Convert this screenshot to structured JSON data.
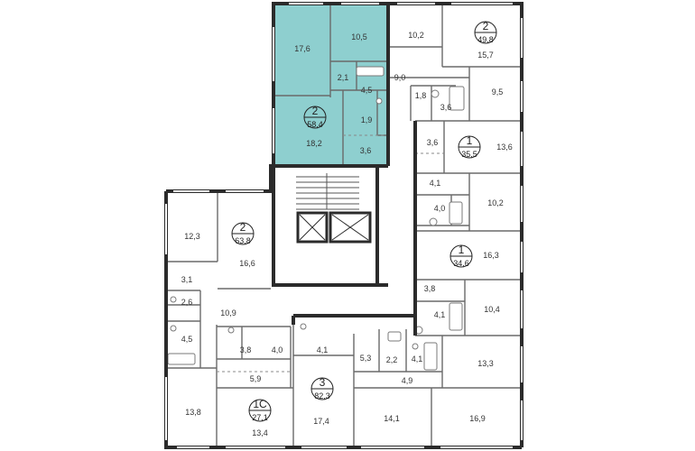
{
  "colors": {
    "wall": "#2b2b2b",
    "thin": "#6a6a6a",
    "fixture": "#7a7a7a",
    "highlight": "#8ecfcf",
    "label": "#333333"
  },
  "apartments": [
    {
      "id": "a1",
      "number": "2",
      "area": "58,4",
      "highlighted": true
    },
    {
      "id": "a2",
      "number": "2",
      "area": "49,8"
    },
    {
      "id": "a3",
      "number": "1",
      "area": "35,5"
    },
    {
      "id": "a4",
      "number": "2",
      "area": "63,8"
    },
    {
      "id": "a5",
      "number": "1",
      "area": "34,6"
    },
    {
      "id": "a6",
      "number": "3",
      "area": "82,3"
    },
    {
      "id": "a7",
      "number": "1С",
      "area": "27,1"
    }
  ],
  "rooms": [
    {
      "area": "17,6"
    },
    {
      "area": "10,5"
    },
    {
      "area": "2,1"
    },
    {
      "area": "4,5"
    },
    {
      "area": "1,9"
    },
    {
      "area": "18,2"
    },
    {
      "area": "3,6"
    },
    {
      "area": "10,2"
    },
    {
      "area": "15,7"
    },
    {
      "area": "9,0"
    },
    {
      "area": "1,8"
    },
    {
      "area": "3,6"
    },
    {
      "area": "9,5"
    },
    {
      "area": "3,6"
    },
    {
      "area": "13,6"
    },
    {
      "area": "4,1"
    },
    {
      "area": "4,0"
    },
    {
      "area": "10,2"
    },
    {
      "area": "16,3"
    },
    {
      "area": "3,8"
    },
    {
      "area": "4,1"
    },
    {
      "area": "10,4"
    },
    {
      "area": "12,3"
    },
    {
      "area": "16,6"
    },
    {
      "area": "3,1"
    },
    {
      "area": "2,6"
    },
    {
      "area": "10,9"
    },
    {
      "area": "4,5"
    },
    {
      "area": "3,8"
    },
    {
      "area": "4,0"
    },
    {
      "area": "5,9"
    },
    {
      "area": "13,8"
    },
    {
      "area": "13,4"
    },
    {
      "area": "4,1"
    },
    {
      "area": "5,3"
    },
    {
      "area": "2,2"
    },
    {
      "area": "4,1"
    },
    {
      "area": "4,9"
    },
    {
      "area": "13,3"
    },
    {
      "area": "17,4"
    },
    {
      "area": "14,1"
    },
    {
      "area": "16,9"
    }
  ]
}
